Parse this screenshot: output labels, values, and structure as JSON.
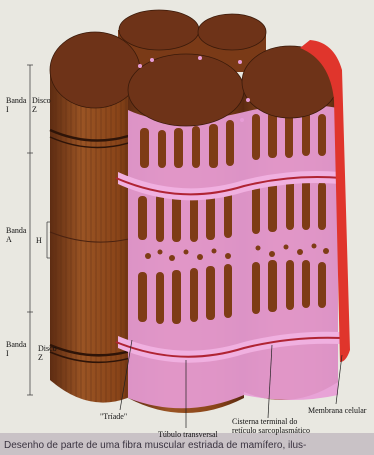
{
  "labels": {
    "banda_i_top": [
      "Banda",
      "I"
    ],
    "disco_z_top": [
      "Disco",
      "Z"
    ],
    "banda_a": [
      "Banda",
      "A"
    ],
    "h": "H",
    "banda_i_bottom": [
      "Banda",
      "I"
    ],
    "disco_z_bottom": [
      "Disco",
      "Z"
    ],
    "triade": "\"Tríade\"",
    "tubulo_transversal": "Túbulo transversal",
    "cisterna": [
      "Cisterna terminal do",
      "retículo sarcoplasmático"
    ],
    "membrana_celular": "Membrana celular"
  },
  "caption": "Desenho de parte de uma fibra muscular estriada de mamífero, ilus-",
  "colors": {
    "background": "#e9e8e1",
    "myofibril": "#8b4a1e",
    "myofibril_top": "#6e3318",
    "reticulum": "#e79cd6",
    "t_tubule": "#b02434",
    "membrane": "#e0352c"
  }
}
